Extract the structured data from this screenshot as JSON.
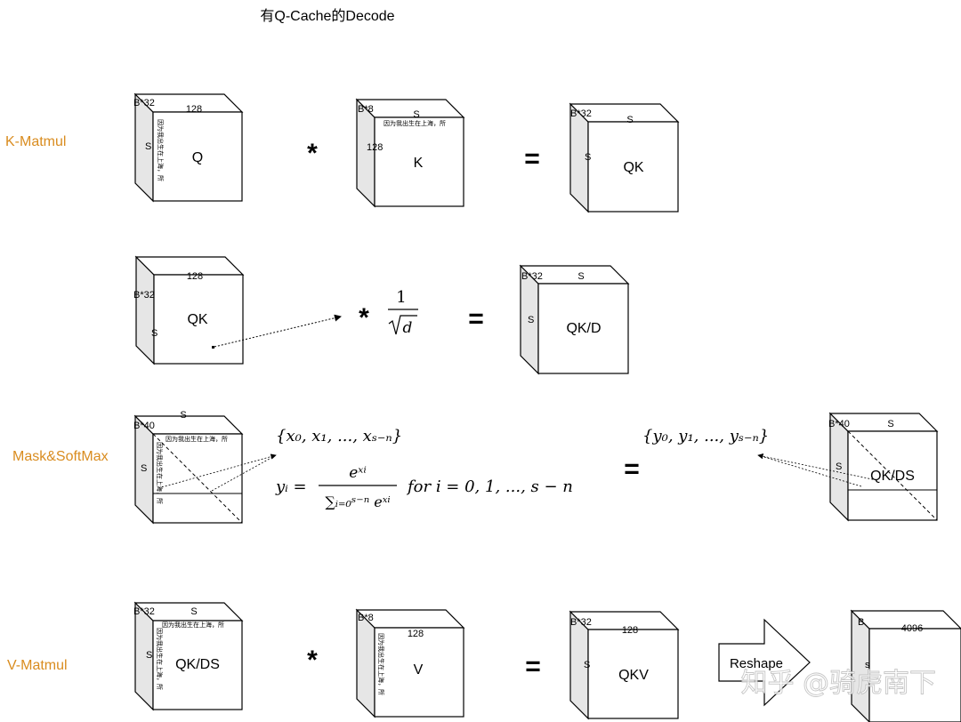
{
  "title": "有Q-Cache的Decode",
  "colors": {
    "row_label": "#d98c1f",
    "cube_side": "#e6e6e6"
  },
  "rows": {
    "k_matmul": "K-Matmul",
    "mask_softmax": "Mask&SoftMax",
    "v_matmul": "V-Matmul"
  },
  "operators": {
    "times": "*",
    "equals": "="
  },
  "tags": {
    "b32": "B*32",
    "b8": "B*8",
    "b40": "B*40",
    "b": "B",
    "s": "S",
    "s_lower": "s",
    "d128": "128",
    "d4096": "4096",
    "cn_text": "因为我出生在上海，所"
  },
  "cubes": {
    "q": "Q",
    "k": "K",
    "qk": "QK",
    "qk_d": "QK/D",
    "qk_ds": "QK/DS",
    "v": "V",
    "qkv": "QKV"
  },
  "formulas": {
    "scale_num": "1",
    "scale_den": "d",
    "x_set": "{x₀, x₁, ..., xₛ₋ₙ}",
    "y_set": "{y₀, y₁, ..., yₛ₋ₙ}",
    "softmax_lhs": "yᵢ =",
    "softmax_num": "eˣⁱ",
    "softmax_den": "∑ᵢ₌₀ˢ⁻ⁿ eˣⁱ",
    "softmax_cond": "for  i = 0, 1, ..., s − n"
  },
  "reshape": "Reshape",
  "watermark": "知乎 @骑虎南下"
}
